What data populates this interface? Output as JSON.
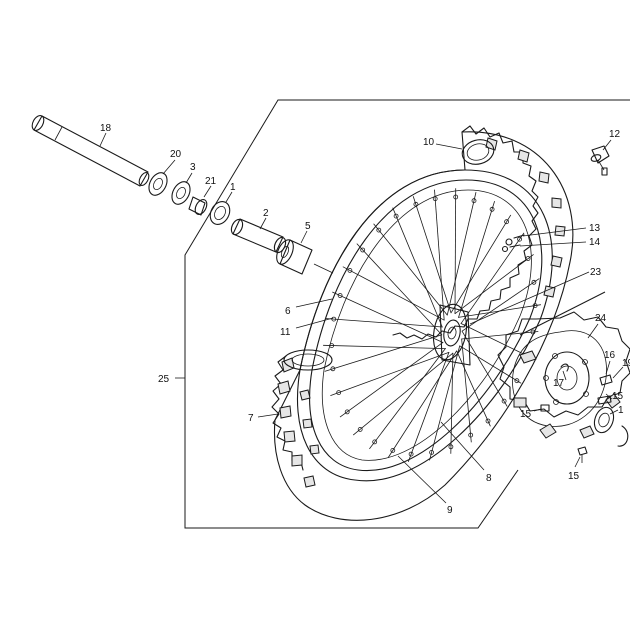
{
  "callouts": [
    {
      "id": "c18",
      "text": "18"
    },
    {
      "id": "c20",
      "text": "20"
    },
    {
      "id": "c3",
      "text": "3"
    },
    {
      "id": "c21",
      "text": "21"
    },
    {
      "id": "c1a",
      "text": "1"
    },
    {
      "id": "c2",
      "text": "2"
    },
    {
      "id": "c5",
      "text": "5"
    },
    {
      "id": "c10",
      "text": "10"
    },
    {
      "id": "c12",
      "text": "12"
    },
    {
      "id": "c13",
      "text": "13"
    },
    {
      "id": "c14",
      "text": "14"
    },
    {
      "id": "c23",
      "text": "23"
    },
    {
      "id": "c6",
      "text": "6"
    },
    {
      "id": "c11",
      "text": "11"
    },
    {
      "id": "c25",
      "text": "25"
    },
    {
      "id": "c7",
      "text": "7"
    },
    {
      "id": "c24",
      "text": "24"
    },
    {
      "id": "c16",
      "text": "16"
    },
    {
      "id": "c19",
      "text": "19"
    },
    {
      "id": "c17",
      "text": "17"
    },
    {
      "id": "c15a",
      "text": "15"
    },
    {
      "id": "c15b",
      "text": "15"
    },
    {
      "id": "c1b",
      "text": "1"
    },
    {
      "id": "c15c",
      "text": "15"
    },
    {
      "id": "c8",
      "text": "8"
    },
    {
      "id": "c9",
      "text": "9"
    }
  ],
  "colors": {
    "line": "#1a1a1a",
    "background": "#ffffff"
  }
}
